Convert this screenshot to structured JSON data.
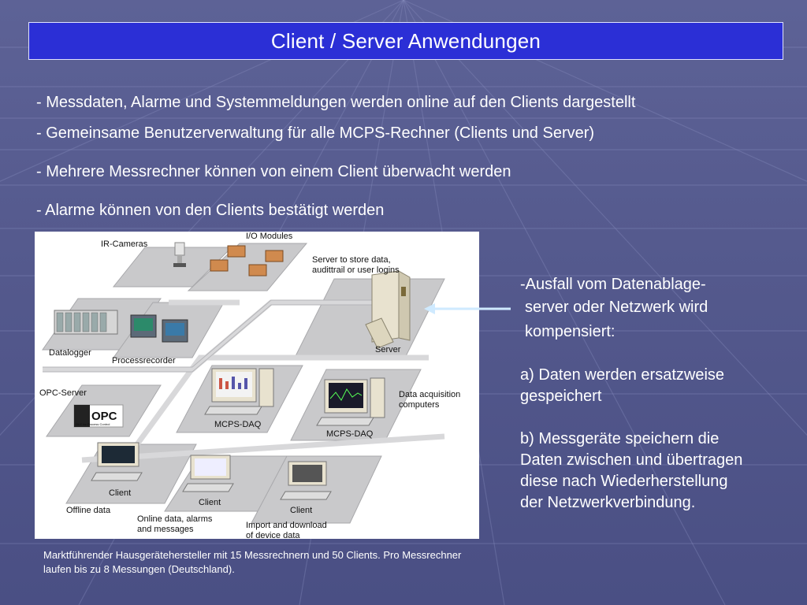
{
  "slide": {
    "title": "Client / Server Anwendungen",
    "bullets": [
      "- Messdaten, Alarme und Systemmeldungen werden online auf den Clients dargestellt",
      "- Gemeinsame Benutzerverwaltung für alle MCPS-Rechner (Clients und Server)",
      "- Mehrere Messrechner können von einem Client überwacht werden",
      "- Alarme können von den Clients bestätigt werden"
    ],
    "side_text": {
      "line1": "-Ausfall vom Datenablage-",
      "line2": "server oder Netzwerk wird",
      "line3": "kompensiert:",
      "a1": "a) Daten werden ersatzweise",
      "a2": "gespeichert",
      "b1": "b) Messgeräte speichern die",
      "b2": "Daten zwischen und übertragen",
      "b3": "diese nach Wiederherstellung",
      "b4": "der Netzwerkverbindung."
    },
    "caption": {
      "line1": "Marktführender Hausgerätehersteller mit 15 Messrechnern und 50 Clients. Pro Messrechner",
      "line2": "laufen bis zu 8 Messungen (Deutschland)."
    }
  },
  "diagram": {
    "labels": {
      "io_modules": "I/O Modules",
      "ir_cameras": "IR-Cameras",
      "server_desc1": "Server to store data,",
      "server_desc2": "audittrail or user logins",
      "datalogger": "Datalogger",
      "processrecorder": "Processrecorder",
      "server": "Server",
      "opc_server": "OPC-Server",
      "opc_logo": "OPC",
      "opc_sub": "OLE for Process Control",
      "mcps_daq_1": "MCPS-DAQ",
      "mcps_daq_2": "MCPS-DAQ",
      "daq_computers1": "Data acquisition",
      "daq_computers2": "computers",
      "client_1": "Client",
      "client_2": "Client",
      "client_3": "Client",
      "offline_data": "Offline data",
      "online_data1": "Online data, alarms",
      "online_data2": "and messages",
      "import_download1": "Import and download",
      "import_download2": "of device data"
    }
  }
}
